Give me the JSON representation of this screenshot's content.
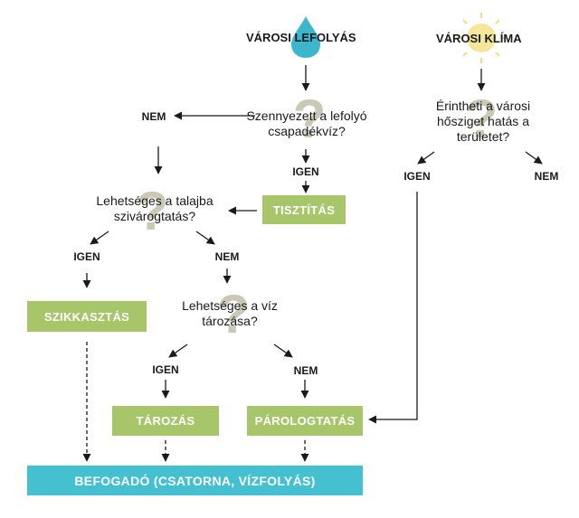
{
  "titles": {
    "runoff": "VÁROSI LEFOLYÁS",
    "climate": "VÁROSI KLÍMA"
  },
  "questions": {
    "polluted": "Szennyezett a lefolyó csapadékvíz?",
    "infiltration": "Lehetséges a talajba szivárogtatás?",
    "storage": "Lehetséges a víz tározása?",
    "heat_island": "Érintheti a városi hősziget hatás a területet?"
  },
  "question_mark": "?",
  "answers": {
    "polluted_no": "NEM",
    "polluted_yes": "IGEN",
    "infiltration_yes": "IGEN",
    "infiltration_no": "NEM",
    "storage_yes": "IGEN",
    "storage_no": "NEM",
    "heat_yes": "IGEN",
    "heat_no": "NEM"
  },
  "boxes": {
    "treatment": "TISZTÍTÁS",
    "infiltration": "SZIKKASZTÁS",
    "storage": "TÁROZÁS",
    "evaporation": "PÁROLOGTATÁS",
    "receiver": "BEFOGADÓ (CSATORNA, VÍZFOLYÁS)"
  },
  "colors": {
    "box_green": "#a7c66a",
    "receiver_blue": "#45c0d0",
    "drop_blue": "#3bb6cc",
    "sun_yellow": "#f6e69a"
  }
}
